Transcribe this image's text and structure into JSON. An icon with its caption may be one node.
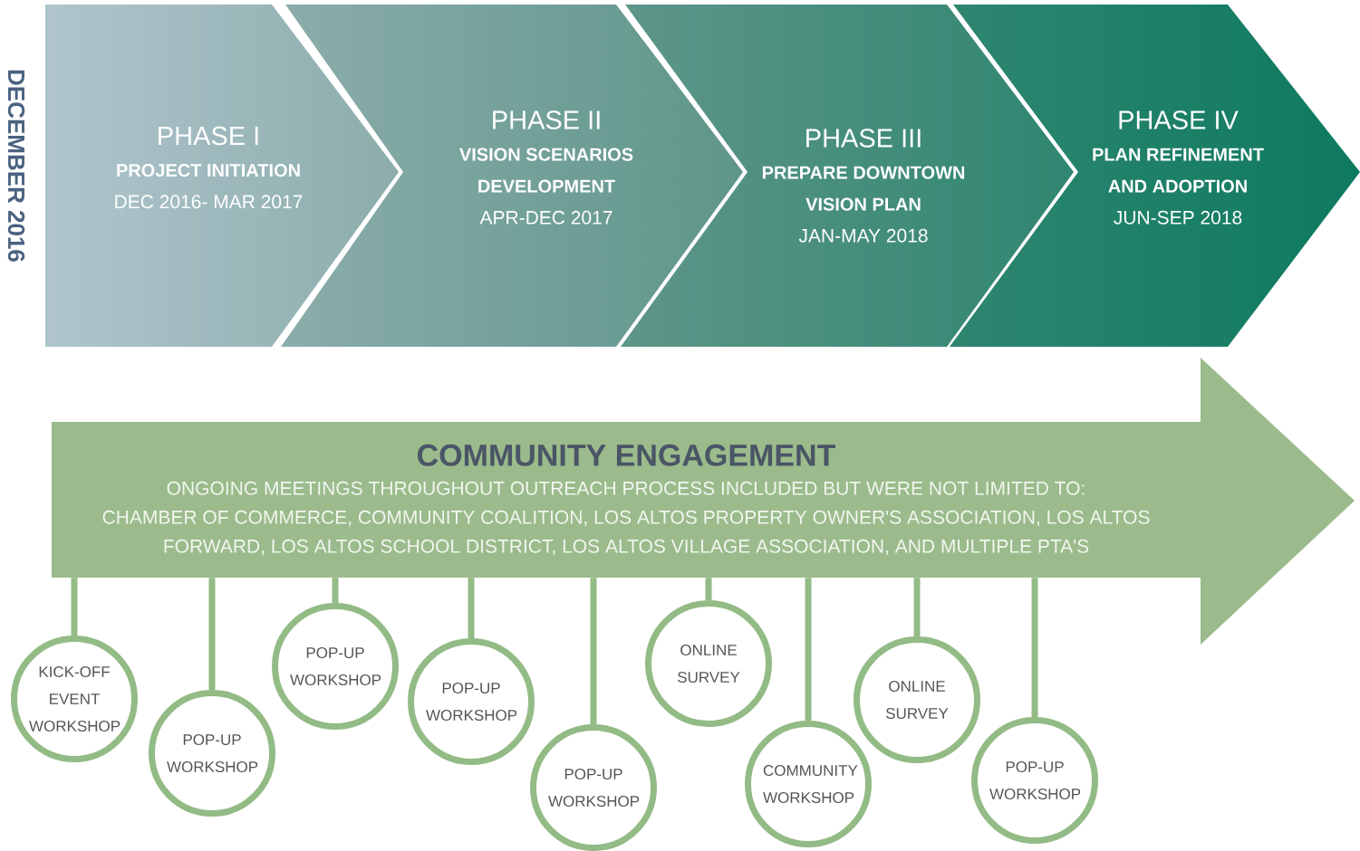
{
  "diagram": {
    "nodes": [
      {
        "text": [
          "PHASE I",
          "PROJECT INITIATION",
          "DEC 2016- MAR 2017"
        ]
      },
      {
        "text": [
          "PHASE II",
          "VISION SCENARIOS DEVELOPMENT",
          "APR-DEC 2017"
        ]
      },
      {
        "text": [
          "PHASE III",
          "PREPARE DOWNTOWN VISION PLAN",
          "JAN-MAY 2018"
        ]
      },
      {
        "text": [
          "PHASE IV",
          "PLAN REFINEMENT AND ADOPTION",
          "JUN-SEP 2018"
        ]
      },
      {
        "text": [
          "COMMUNITY ENGAGEMENT",
          "ONGOING MEETINGS THROUGHOUT OUTREACH PROCESS INCLUDED BUT WERE NOT LIMITED TO:",
          "CHAMBER OF COMMERCE, COMMUNITY COALITION, LOS ALTOS PROPERTY OWNER'S ASSOCIATION, LOS ALTOS FORWARD, LOS ALTOS SCHOOL DISTRICT, LOS ALTOS VILLAGE ASSOCIATION, AND MULTIPLE PTA'S"
        ]
      },
      {
        "text": [
          "KICK-OFF EVENT WORKSHOP"
        ]
      },
      {
        "text": [
          "POP-UP WORKSHOP"
        ]
      },
      {
        "text": [
          "POP-UP WORKSHOP"
        ]
      },
      {
        "text": [
          "POP-UP WORKSHOP"
        ]
      },
      {
        "text": [
          "POP-UP WORKSHOP"
        ]
      },
      {
        "text": [
          "ONLINE SURVEY"
        ]
      },
      {
        "text": [
          "COMMUNITY WORKSHOP"
        ]
      },
      {
        "text": [
          "ONLINE SURVEY"
        ]
      },
      {
        "text": [
          "POP-UP WORKSHOP"
        ]
      }
    ],
    "edges": [
      {
        "from": 4,
        "to": 5,
        "arrow": "none"
      },
      {
        "from": 4,
        "to": 6,
        "arrow": "none"
      },
      {
        "from": 4,
        "to": 7,
        "arrow": "none"
      },
      {
        "from": 4,
        "to": 8,
        "arrow": "none"
      },
      {
        "from": 4,
        "to": 9,
        "arrow": "none"
      },
      {
        "from": 4,
        "to": 10,
        "arrow": "none"
      },
      {
        "from": 4,
        "to": 11,
        "arrow": "none"
      },
      {
        "from": 4,
        "to": 12,
        "arrow": "none"
      },
      {
        "from": 4,
        "to": 13,
        "arrow": "none"
      }
    ],
    "labels": [
      "DECEMBER 2016"
    ]
  }
}
